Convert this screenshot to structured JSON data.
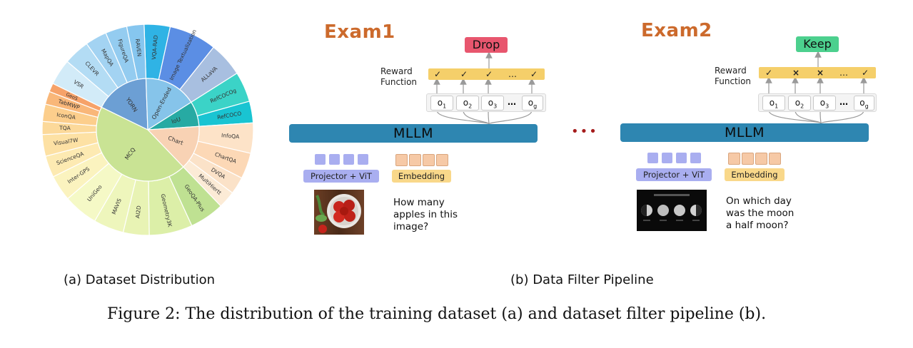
{
  "pie": {
    "inner": [
      {
        "label": "YORN",
        "color": "#6c9fd4"
      },
      {
        "label": "Open-Ended",
        "color": "#86c4ea"
      },
      {
        "label": "IoU",
        "color": "#27aaa3"
      },
      {
        "label": "Chart",
        "color": "#f8d2b4"
      },
      {
        "label": "MCQ",
        "color": "#c9e394"
      }
    ],
    "outer": [
      {
        "label": "VQA-RAD",
        "color": "#2fb3e5"
      },
      {
        "label": "Image Textualization",
        "color": "#5b8ee4"
      },
      {
        "label": "ALLaVA",
        "color": "#a8bfe0"
      },
      {
        "label": "RefCOCOg",
        "color": "#3bd3c7"
      },
      {
        "label": "RefCOCO",
        "color": "#19c4d2"
      },
      {
        "label": "InfoQA",
        "color": "#fde3c8"
      },
      {
        "label": "ChartQA",
        "color": "#fcd8b6"
      },
      {
        "label": "DVQA",
        "color": "#fbe2c8"
      },
      {
        "label": "MultiHiertt",
        "color": "#fcebd6"
      },
      {
        "label": "GeoQA-Plus",
        "color": "#bfe192"
      },
      {
        "label": "Geometry3K",
        "color": "#dcefa8"
      },
      {
        "label": "AI2D",
        "color": "#e8f3b4"
      },
      {
        "label": "MAVIS",
        "color": "#eef6bc"
      },
      {
        "label": "UniGeo",
        "color": "#f5f9c6"
      },
      {
        "label": "Inter-GPS",
        "color": "#fbf3bf"
      },
      {
        "label": "ScienceQA",
        "color": "#fdeab2"
      },
      {
        "label": "Visual7W",
        "color": "#fde1a4"
      },
      {
        "label": "TQA",
        "color": "#fcd99a"
      },
      {
        "label": "IconQA",
        "color": "#fcce8c"
      },
      {
        "label": "TabMWP",
        "color": "#f9b779"
      },
      {
        "label": "GeoS",
        "color": "#f6a269"
      },
      {
        "label": "VSR",
        "color": "#d2ebf8"
      },
      {
        "label": "CLEVR",
        "color": "#b3dcf4"
      },
      {
        "label": "MapQA",
        "color": "#a3d3f2"
      },
      {
        "label": "FigureQA",
        "color": "#94ccf0"
      },
      {
        "label": "RAVEN",
        "color": "#86c6ef"
      }
    ]
  },
  "exam1": {
    "title": "Exam1",
    "result": "Drop",
    "result_color": "#e8566e",
    "reward_label_1": "Reward",
    "reward_label_2": "Function",
    "marks": [
      "✓",
      "✓",
      "✓",
      "…",
      "✓"
    ],
    "outputs": [
      "o1",
      "o2",
      "o3",
      "…",
      "og"
    ],
    "model": "MLLM",
    "projector": "Projector + ViT",
    "embedding": "Embedding",
    "question": [
      "How many",
      "apples in this",
      "image?"
    ]
  },
  "exam2": {
    "title": "Exam2",
    "result": "Keep",
    "result_color": "#4cd08e",
    "reward_label_1": "Reward",
    "reward_label_2": "Function",
    "marks": [
      "✓",
      "×",
      "×",
      "…",
      "✓"
    ],
    "outputs": [
      "o1",
      "o2",
      "o3",
      "…",
      "og"
    ],
    "model": "MLLM",
    "projector": "Projector + ViT",
    "embedding": "Embedding",
    "question": [
      "On which day",
      "was the moon",
      "a half moon?"
    ]
  },
  "ellipsis": "•••",
  "captions": {
    "a": "(a) Dataset Distribution",
    "b": "(b) Data Filter Pipeline",
    "figure": "Figure 2: The distribution of the training dataset (a) and dataset filter pipeline (b)."
  }
}
